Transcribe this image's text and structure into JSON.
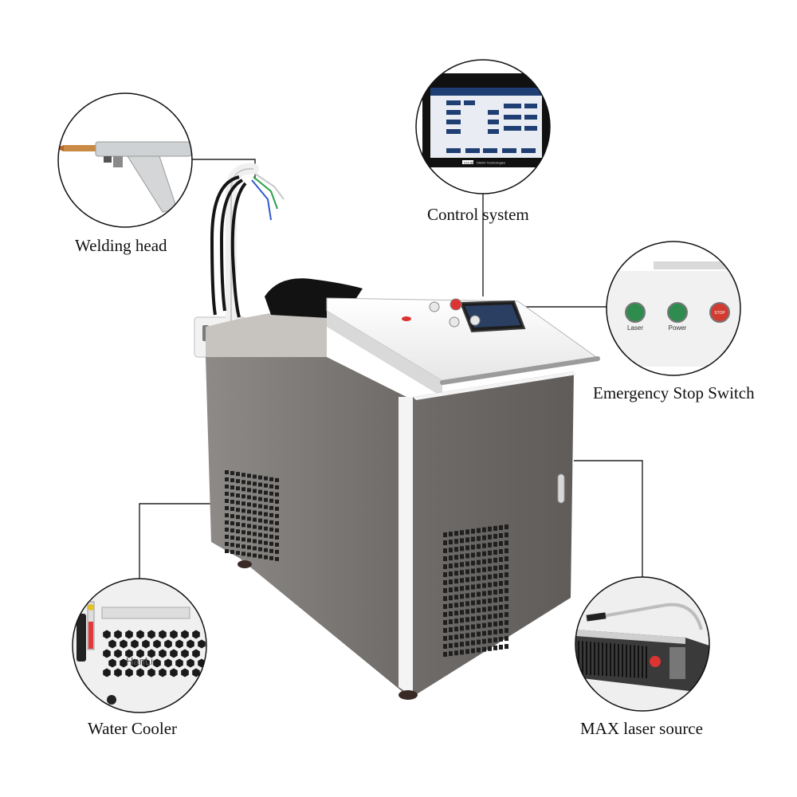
{
  "callouts": {
    "welding_head": "Welding head",
    "control_system": "Control system",
    "emergency_stop": "Emergency Stop Switch",
    "water_cooler": "Water Cooler",
    "laser_source": "MAX laser source"
  },
  "switch_panel": {
    "laser": "Laser",
    "power": "Power",
    "stop": "STOP"
  },
  "screen": {
    "brand": "DOUBLE",
    "subtitle": "DMAX Technologies"
  },
  "water_cooler_panel": {
    "brand": "HanLi"
  }
}
